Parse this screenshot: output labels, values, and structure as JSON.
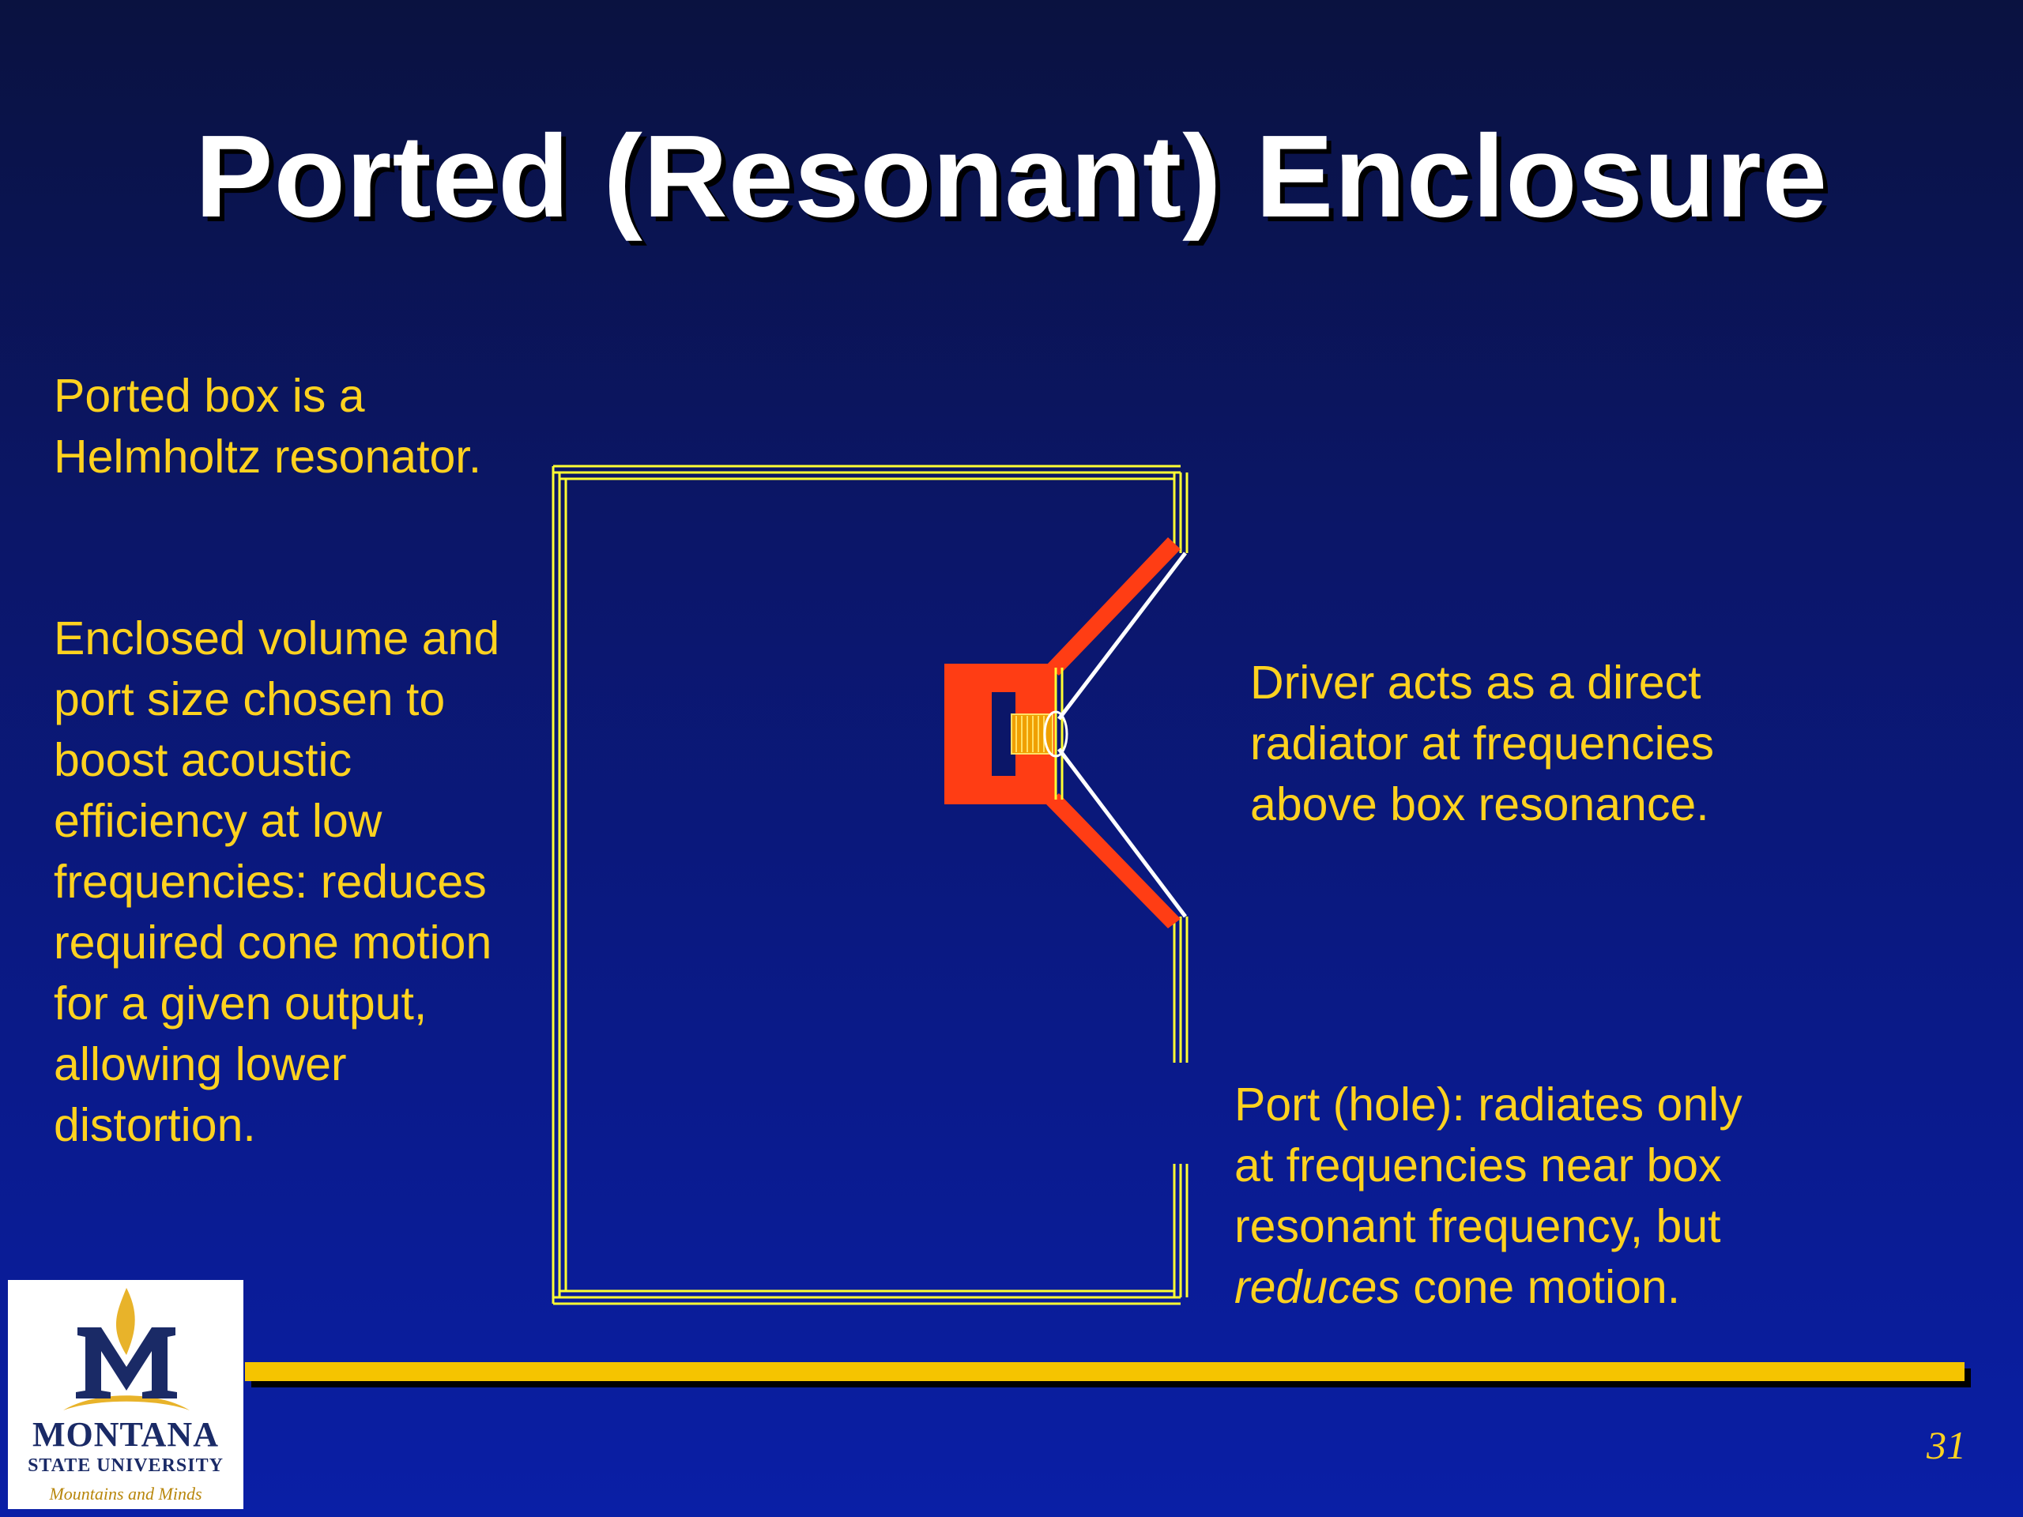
{
  "slide": {
    "title": "Ported (Resonant) Enclosure",
    "page_number": "31"
  },
  "text": {
    "intro": [
      "Ported box is a",
      "Helmholtz resonator."
    ],
    "enclosed": [
      "Enclosed volume and",
      "port size chosen to",
      "boost acoustic",
      "efficiency at low",
      "frequencies:  reduces",
      "required cone motion",
      "for a given output,",
      "allowing lower",
      "distortion."
    ],
    "driver": [
      "Driver acts as a direct",
      "radiator at frequencies",
      "above box resonance."
    ],
    "port": {
      "line1": "Port (hole):  radiates only",
      "line2": "at frequencies near box",
      "line3": "resonant frequency, but",
      "line4_em": "reduces",
      "line4_rest": " cone motion."
    }
  },
  "logo": {
    "line1": "MONTANA",
    "line2": "STATE UNIVERSITY",
    "line3": "Mountains and Minds"
  },
  "colors": {
    "text": "#ffd21f",
    "box_lines": "#ffff33",
    "speaker": "#ff3d14",
    "footer_bar": "#f5c400"
  }
}
